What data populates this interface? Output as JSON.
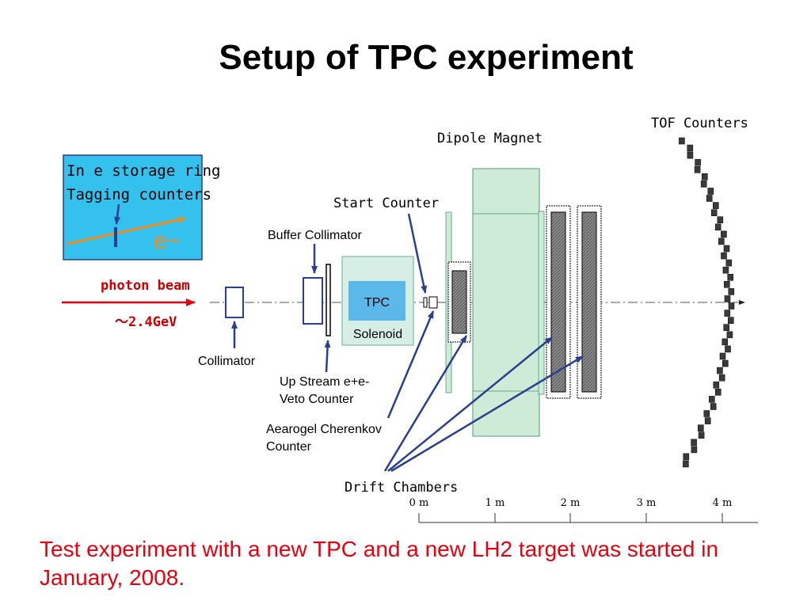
{
  "title": "Setup of TPC experiment",
  "caption": "Test experiment with a new TPC and a new LH2 target was started in January, 2008.",
  "inset": {
    "line1": "In e storage ring",
    "line2": "Tagging counters",
    "particle": "e−"
  },
  "beam": {
    "label": "photon beam",
    "energy": "～2.4GeV"
  },
  "labels": {
    "collimator": "Collimator",
    "buffer_collimator": "Buffer Collimator",
    "upstream_veto_1": "Up Stream e+e-",
    "upstream_veto_2": "Veto Counter",
    "aerogel_1": "Aearogel Cherenkov",
    "aerogel_2": "Counter",
    "tpc": "TPC",
    "solenoid": "Solenoid",
    "start_counter": "Start Counter",
    "dipole_magnet": "Dipole Magnet",
    "drift_chambers": "Drift Chambers",
    "tof_counters": "TOF Counters"
  },
  "scale": {
    "ticks": [
      "0 m",
      "1 m",
      "2 m",
      "3 m",
      "4 m"
    ]
  },
  "colors": {
    "title": "#000000",
    "caption": "#e8000e",
    "beam_text": "#cc0000",
    "beam_arrow": "#e8000e",
    "arrow": "#2a3f8f",
    "magnet": "#cdebd6",
    "tpc": "#5bb8e8",
    "solenoid": "#d7eee6",
    "inset_bg": "#35c1ee",
    "inset_line": "#f08a1a"
  }
}
